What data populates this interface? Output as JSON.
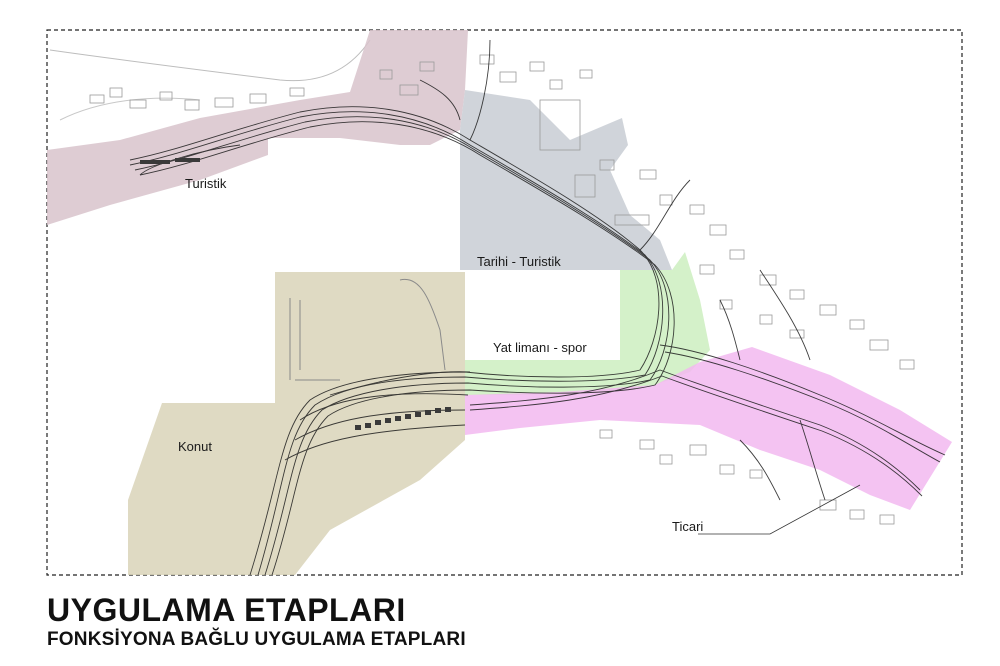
{
  "title": "UYGULAMA ETAPLARI",
  "subtitle": "FONKSİYONA BAĞLU UYGULAMA ETAPLARI",
  "zones": [
    {
      "id": "turistik",
      "label": "Turistik",
      "color": "#d8c3cb"
    },
    {
      "id": "tarihi-turistik",
      "label": "Tarihi - Turistik",
      "color": "#c8ccd4"
    },
    {
      "id": "yat-limani-spor",
      "label": "Yat limanı - spor",
      "color": "#cdeec0"
    },
    {
      "id": "konut",
      "label": "Konut",
      "color": "#d9d4b8"
    },
    {
      "id": "ticari",
      "label": "Ticari",
      "color": "#f2b9f0"
    }
  ]
}
